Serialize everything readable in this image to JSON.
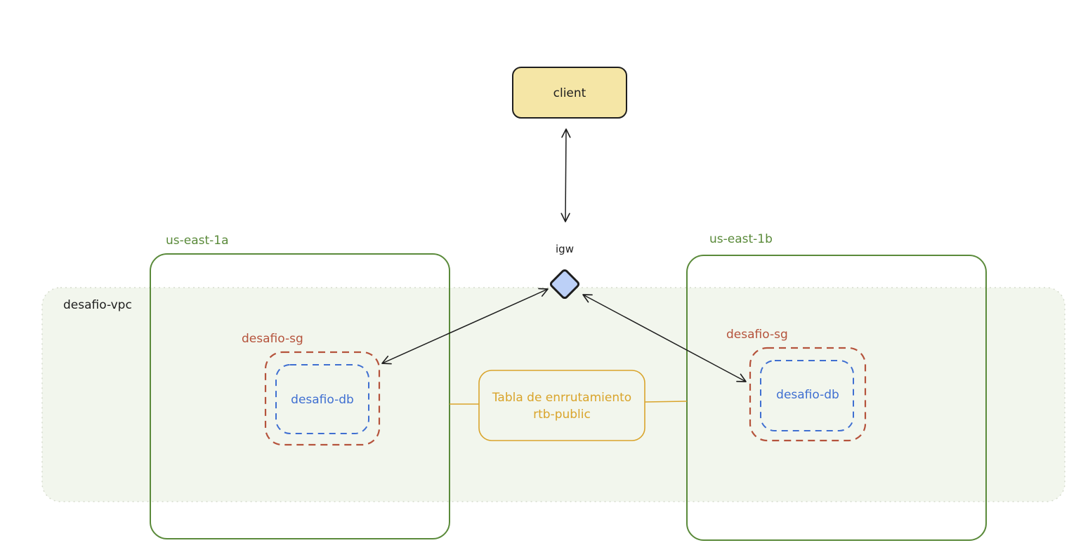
{
  "diagram": {
    "client": {
      "label": "client",
      "fill": "#f5e6a6",
      "stroke": "#1e1e1e"
    },
    "igw": {
      "label": "igw",
      "fill": "#bcd0f7",
      "stroke": "#1e1e1e"
    },
    "vpc": {
      "label": "desafio-vpc",
      "fill": "#f2f6ed",
      "stroke": "#d6dccd"
    },
    "zones": [
      {
        "label": "us-east-1a",
        "color": "#5a8a3a"
      },
      {
        "label": "us-east-1b",
        "color": "#5a8a3a"
      }
    ],
    "security_groups": [
      {
        "label": "desafio-sg",
        "color": "#b5533c"
      },
      {
        "label": "desafio-sg",
        "color": "#b5533c"
      }
    ],
    "databases": [
      {
        "label": "desafio-db",
        "color": "#3f6fd1"
      },
      {
        "label": "desafio-db",
        "color": "#3f6fd1"
      }
    ],
    "route_table": {
      "line1": "Tabla de enrrutamiento",
      "line2": "rtb-public",
      "color": "#d9a42b"
    },
    "edge_color": "#1e1e1e"
  }
}
